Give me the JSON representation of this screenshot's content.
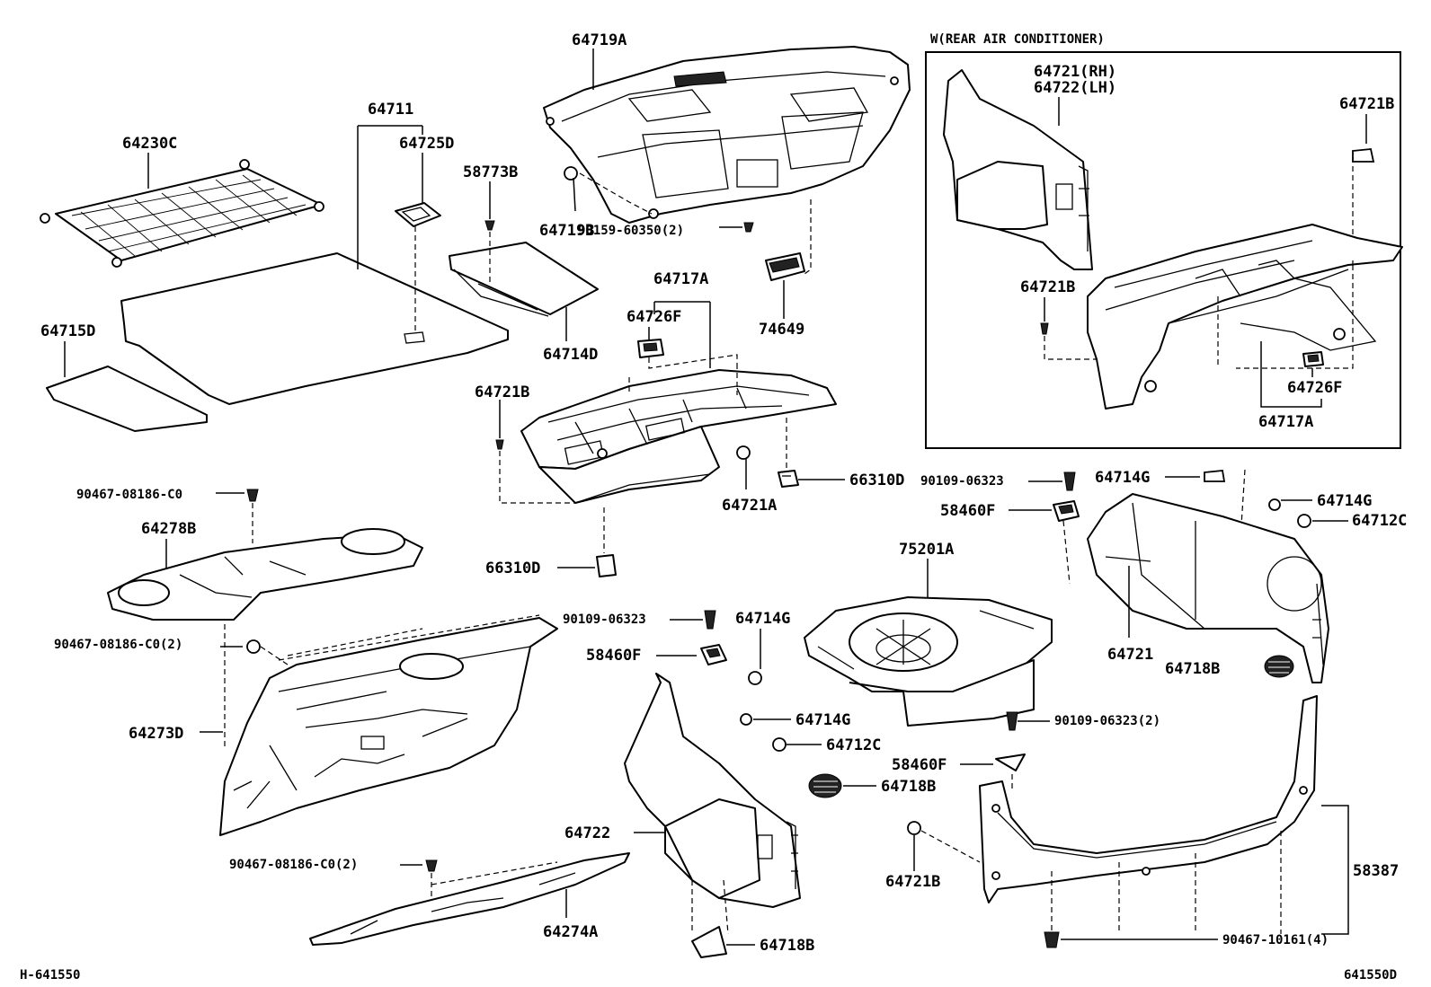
{
  "section_title": "W(REAR AIR CONDITIONER)",
  "footer_left": "H-641550",
  "footer_right": "641550D",
  "callouts": {
    "p64719A": "64719A",
    "p64711": "64711",
    "p64725D": "64725D",
    "p64230C": "64230C",
    "p58773B": "58773B",
    "p64719B": "64719B",
    "p90159": "90159-60350(2)",
    "p64717A": "64717A",
    "p64726F": "64726F",
    "p74649": "74649",
    "p64715D": "64715D",
    "p64714D": "64714D",
    "p64721B_mid": "64721B",
    "p66310D_r": "66310D",
    "p64721A": "64721A",
    "p66310D_b": "66310D",
    "p90467_top": "90467-08186-C0",
    "p64278B": "64278B",
    "p90109_a": "90109-06323",
    "p90467_2a": "90467-08186-C0(2)",
    "p64714G_a": "64714G",
    "p58460F_a": "58460F",
    "p64273D": "64273D",
    "p64714G_b": "64714G",
    "p64712C_a": "64712C",
    "p64718B_a": "64718B",
    "p64722": "64722",
    "p90467_2b": "90467-08186-C0(2)",
    "p64274A": "64274A",
    "p64718B_b": "64718B",
    "p75201A": "75201A",
    "p90109_b": "90109-06323",
    "p58460F_b": "58460F",
    "p64714G_c": "64714G",
    "p64714G_d": "64714G",
    "p64712C_b": "64712C",
    "p64721": "64721",
    "p64718B_c": "64718B",
    "p90109_2": "90109-06323(2)",
    "p58460F_c": "58460F",
    "p64721B_low": "64721B",
    "p58387": "58387",
    "p90467_10161": "90467-10161(4)",
    "ac_64721": "64721(RH)",
    "ac_64722": "64722(LH)",
    "ac_64721B_r": "64721B",
    "ac_64721B_l": "64721B",
    "ac_64726F": "64726F",
    "ac_64717A": "64717A"
  }
}
